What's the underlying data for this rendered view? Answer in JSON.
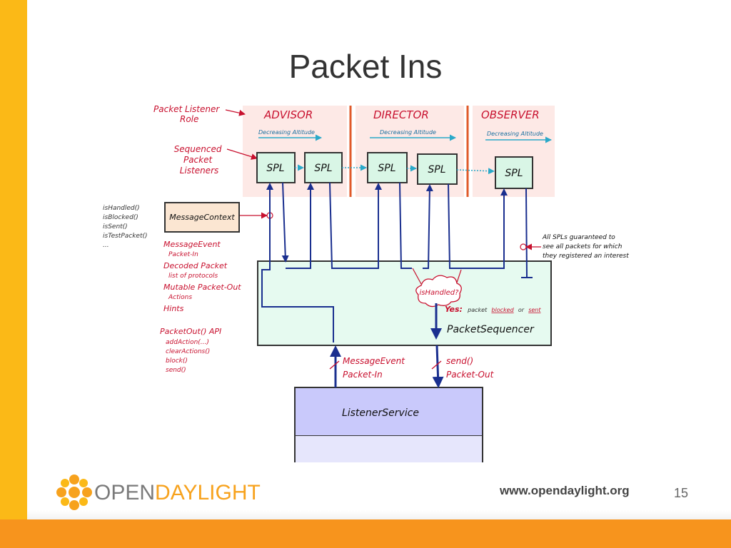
{
  "slide": {
    "title": "Packet Ins",
    "page_number": "15"
  },
  "diagram": {
    "roles": {
      "label": "Packet Listener Role",
      "advisor": "ADVISOR",
      "director": "DIRECTOR",
      "observer": "OBSERVER",
      "altitude": "Decreasing Altitude"
    },
    "spl_label": "SPL",
    "sequenced_label": [
      "Sequenced",
      "Packet",
      "Listeners"
    ],
    "message_context": "MessageContext",
    "context_methods": [
      "isHandled()",
      "isBlocked()",
      "isSent()",
      "isTestPacket()",
      "..."
    ],
    "message_event": {
      "title": "MessageEvent",
      "sub": "Packet-In",
      "decoded": "Decoded Packet",
      "decoded_sub": "list of protocols",
      "mutable": "Mutable Packet-Out",
      "mutable_sub": "Actions",
      "hints": "Hints"
    },
    "packetout_api": {
      "title": "PacketOut() API",
      "methods": [
        "addAction(...)",
        "clearActions()",
        "block()",
        "send()"
      ]
    },
    "guarantee_note": [
      "All SPLs guaranteed to",
      "see all packets for which",
      "they registered an interest"
    ],
    "is_handled": "isHandled?",
    "yes_note": {
      "yes": "Yes:",
      "text1": "packet",
      "blocked": "blocked",
      "text2": "or",
      "sent": "sent"
    },
    "packet_sequencer": "PacketSequencer",
    "in_label": [
      "MessageEvent",
      "Packet-In"
    ],
    "out_label": [
      "send()",
      "Packet-Out"
    ],
    "listener_service": "ListenerService"
  },
  "footer": {
    "logo_open": "OPEN",
    "logo_daylight": "DAYLIGHT",
    "url": "www.opendaylight.org"
  },
  "colors": {
    "left_bar": "#fbb917",
    "bottom_bar": "#f7941d",
    "role_zone": "#fde9e6",
    "spl_box": "#d9f6e6",
    "sequencer": "#e6faf0",
    "listener_service": "#c9c9fb",
    "arrow_blue": "#1a2f8f",
    "red_label": "#c8102e",
    "teal_arrow": "#2aa9c9"
  }
}
